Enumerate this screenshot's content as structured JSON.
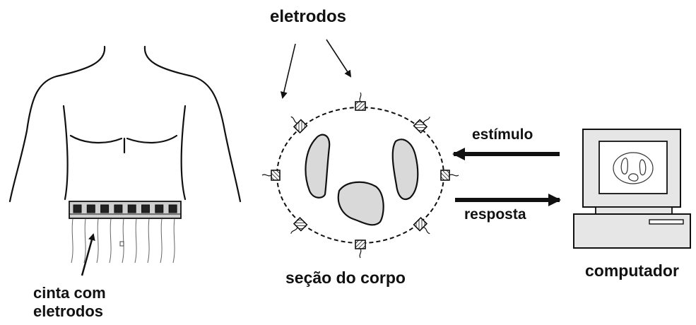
{
  "labels": {
    "electrodes_top": "eletrodos",
    "belt_line1": "cinta com",
    "belt_line2": "eletrodos",
    "body_section": "seção do corpo",
    "stimulus": "estímulo",
    "response": "resposta",
    "computer": "computador"
  },
  "colors": {
    "line": "#111111",
    "fill_light": "#d9d9d9",
    "screen_bg": "#ffffff",
    "computer_body": "#e6e6e6"
  },
  "icons": {
    "torso": "human-torso-icon",
    "section": "body-cross-section-icon",
    "computer": "desktop-computer-icon"
  }
}
